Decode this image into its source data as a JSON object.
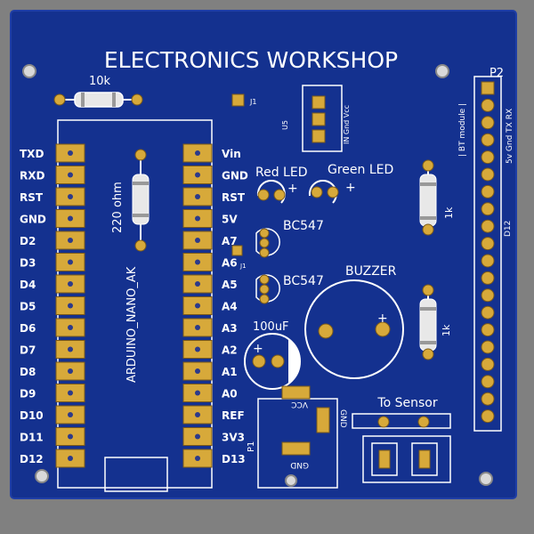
{
  "colors": {
    "background": "#808080",
    "board": "#14318f",
    "board_edge": "#1f3ea6",
    "silkscreen": "#ffffff",
    "pad": "#d7a93a",
    "pad_dark": "#7b5a1a"
  },
  "board": {
    "title": "ELECTRONICS WORKSHOP",
    "resistor_10k": "10k",
    "jumper_j1": "J1",
    "regulator_u5": "U5",
    "regulator_pins": "IN Gnd Vcc",
    "header_p2": "P2",
    "bt_module": "| BT module |",
    "bt_pins": "5v Gnd  TX RX",
    "d12_vertical": "D12",
    "red_led": "Red LED",
    "green_led": "Green LED",
    "plus": "+",
    "transistor_1": "BC547",
    "transistor_2": "BC547",
    "buzzer": "BUZZER",
    "resistor_1k_a": "1k",
    "resistor_1k_b": "1k",
    "capacitor": "100uF",
    "resistor_220": "220 ohm",
    "arduino_label": "ARDUINO_NANO_AK",
    "to_sensor": "To Sensor",
    "vcc": "VCC",
    "gnd": "GND",
    "p1": "P1",
    "a6_j1": "J1",
    "left_pins": [
      "TXD",
      "RXD",
      "RST",
      "GND",
      "D2",
      "D3",
      "D4",
      "D5",
      "D6",
      "D7",
      "D8",
      "D9",
      "D10",
      "D11",
      "D12"
    ],
    "right_pins": [
      "Vin",
      "GND",
      "RST",
      "5V",
      "A7",
      "A6",
      "A5",
      "A4",
      "A3",
      "A2",
      "A1",
      "A0",
      "REF",
      "3V3",
      "D13"
    ]
  }
}
